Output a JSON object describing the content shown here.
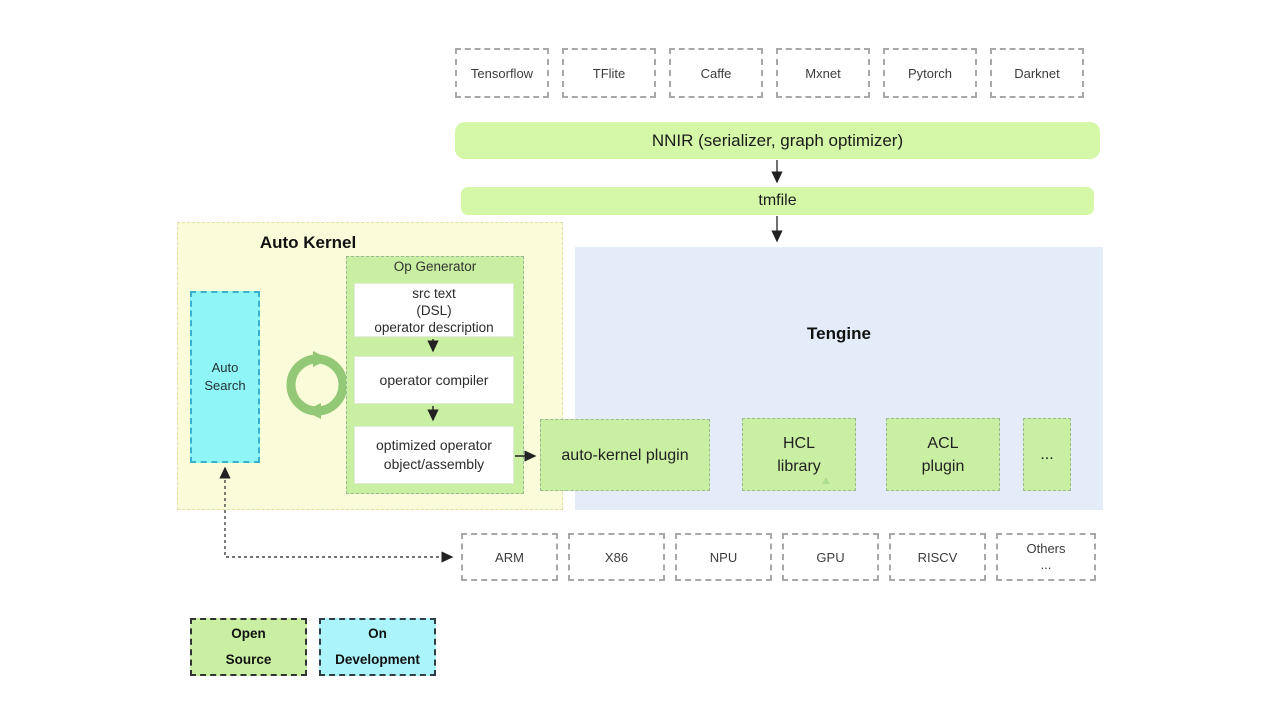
{
  "frameworks": [
    "Tensorflow",
    "TFlite",
    "Caffe",
    "Mxnet",
    "Pytorch",
    "Darknet"
  ],
  "pipeline": {
    "nnir": "NNIR (serializer, graph optimizer)",
    "tmfile": "tmfile"
  },
  "auto_kernel": {
    "title": "Auto Kernel",
    "auto_search": "Auto\nSearch",
    "op_generator": {
      "title": "Op Generator",
      "steps": [
        "src text\n(DSL)\noperator description",
        "operator compiler",
        "optimized operator\nobject/assembly"
      ]
    }
  },
  "tengine": {
    "title": "Tengine",
    "plugins": [
      "auto-kernel plugin",
      "HCL\nlibrary",
      "ACL\nplugin",
      "..."
    ]
  },
  "hardware": [
    "ARM",
    "X86",
    "NPU",
    "GPU",
    "RISCV",
    "Others\n..."
  ],
  "legend": {
    "open_source": "Open\nSource",
    "on_development": "On\nDevelopment"
  },
  "icons": {
    "cycle_icon": "circular-refresh-arrows",
    "up_triangle_icon": "small-green-up-arrow"
  },
  "colors": {
    "bar_green": "#d4f8a7",
    "box_green": "#c9efa2",
    "tengine_blue": "#e4ecf9",
    "kernel_yellow": "#fafbd8",
    "dev_cyan": "#8ff5f6",
    "legend_cyan": "#abf4fc",
    "cycle_green": "#93c877"
  }
}
